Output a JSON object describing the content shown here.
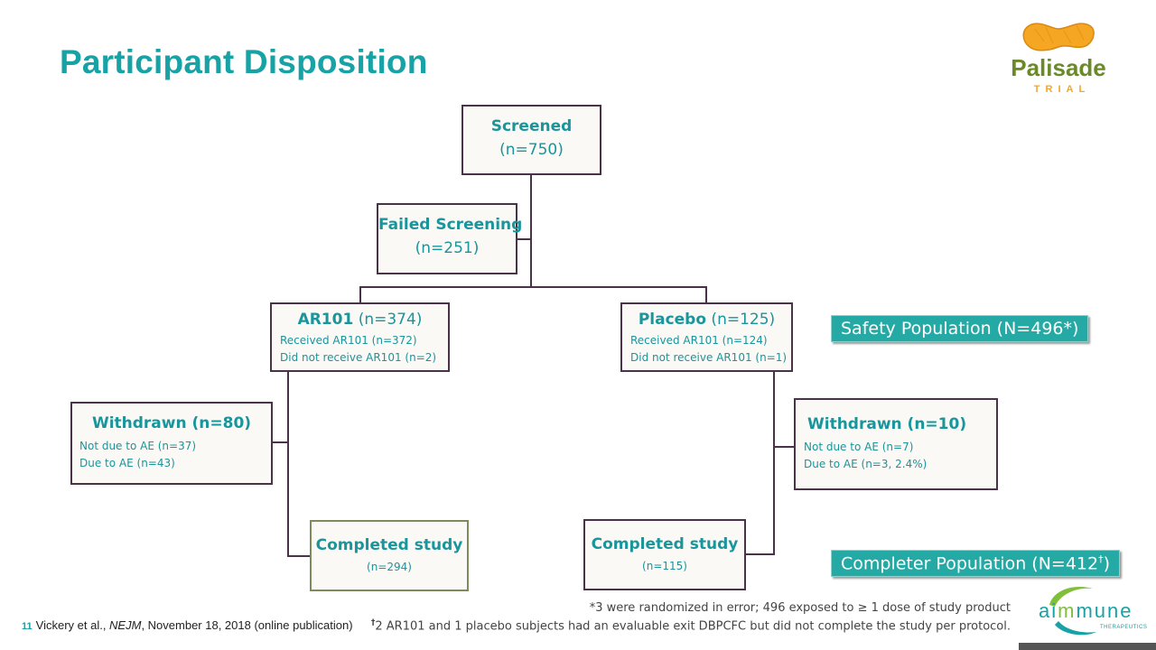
{
  "title": "Participant Disposition",
  "screened": {
    "label": "Screened",
    "n": "(n=750)"
  },
  "failed": {
    "label": "Failed Screening",
    "n": "(n=251)"
  },
  "ar101": {
    "label": "AR101",
    "n": " (n=374)",
    "lines": [
      "Received AR101 (n=372)",
      "Did not receive AR101 (n=2)"
    ]
  },
  "placebo": {
    "label": "Placebo",
    "n": " (n=125)",
    "lines": [
      "Received AR101 (n=124)",
      "Did not receive AR101 (n=1)"
    ]
  },
  "withdrawn_ar101": {
    "label": "Withdrawn (n=80)",
    "lines": [
      "Not due to AE (n=37)",
      "Due to AE (n=43)"
    ]
  },
  "withdrawn_placebo": {
    "label": "Withdrawn (n=10)",
    "lines": [
      "Not due to AE (n=7)",
      "Due to AE (n=3, 2.4%)"
    ]
  },
  "completed_ar101": {
    "label": "Completed study",
    "n": "(n=294)"
  },
  "completed_placebo": {
    "label": "Completed study",
    "n": "(n=115)"
  },
  "safety_population": "Safety Population (N=496*)",
  "completer_population": {
    "text": "Completer Population (N=412",
    "mark": "†",
    "close": ")"
  },
  "footnotes": {
    "line1": "*3 were randomized in error; 496 exposed to ≥ 1 dose of study product",
    "line2_mark": "†",
    "line2": "2 AR101 and 1 placebo subjects had an evaluable exit DBPCFC but did not complete the study per protocol."
  },
  "citation": {
    "page": "11",
    "author": "Vickery et al., ",
    "journal": "NEJM",
    "rest": ", November 18, 2018 (online publication)"
  },
  "logos": {
    "palisade": "Palisade",
    "trial": "TRIAL",
    "aimmune_a": "ai",
    "aimmune_b": "m",
    "aimmune_c": "mune",
    "aimmune_sub": "THERAPEUTICS"
  },
  "colors": {
    "accent": "#17a2a6",
    "box_border": "#4a3349",
    "pop_bg": "#25a9a4"
  }
}
